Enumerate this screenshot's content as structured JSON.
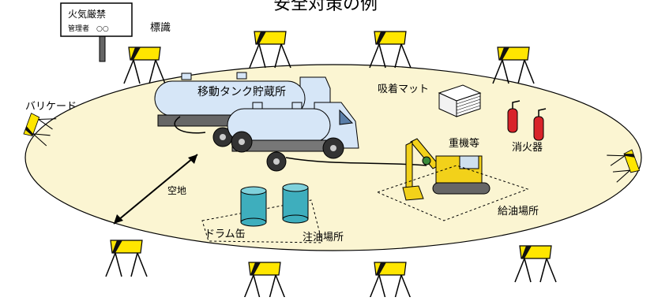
{
  "title": "安全対策の例",
  "sign": {
    "line1": "火気厳禁",
    "line2": "管理者　○○"
  },
  "labels": {
    "sign": "標識",
    "barricade": "バリケード",
    "tank_truck": "移動タンク貯蔵所",
    "mat": "吸着マット",
    "extinguisher": "消火器",
    "heavy_machinery": "重機等",
    "fueling_area": "給油場所",
    "open_space": "空地",
    "drum": "ドラム缶",
    "pouring_area": "注油場所"
  },
  "colors": {
    "ground": "#fbf5d2",
    "barricade_yellow": "#ffe600",
    "tank_blue": "#d6e6f7",
    "drum_teal": "#3eaebd",
    "excavator_yellow": "#f2d11a",
    "extinguisher_red": "#d8232a"
  }
}
